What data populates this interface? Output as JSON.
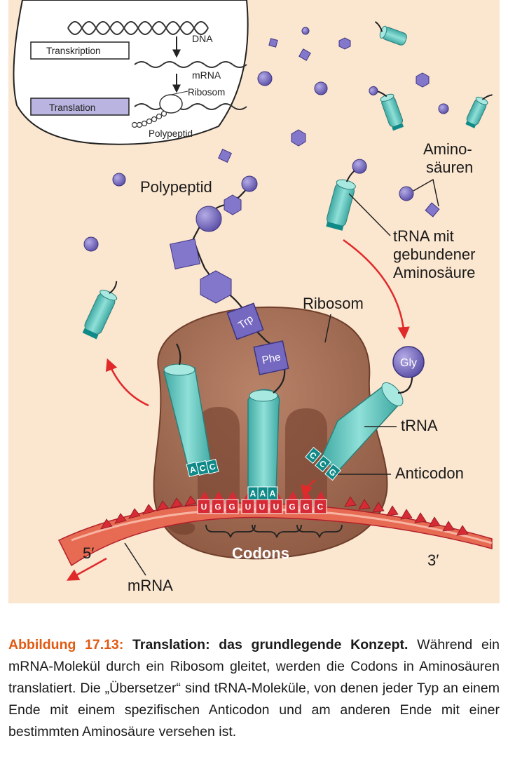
{
  "colors": {
    "background": "#fbe6cf",
    "ribosome": "#a56f57",
    "ribosome_pocket": "#7d4a36",
    "trna": "#5fc6c0",
    "trna_end": "#9fe3dc",
    "anticodon": "#0f8a88",
    "amino_acid": "#7f72c4",
    "mrna_red": "#d62a34",
    "arrow_red": "#e02a2a",
    "caption_accent": "#e05a12"
  },
  "inset": {
    "dna": "DNA",
    "transkription": "Transkription",
    "mrna": "mRNA",
    "ribosom": "Ribosom",
    "translation": "Translation",
    "polypeptid": "Polypeptid"
  },
  "labels": {
    "polypeptide": "Polypeptid",
    "amino_acids_1": "Amino-",
    "amino_acids_2": "säuren",
    "trna_bound_1": "tRNA mit",
    "trna_bound_2": "gebundener",
    "trna_bound_3": "Aminosäure",
    "ribosome": "Ribosom",
    "trna": "tRNA",
    "anticodon": "Anticodon",
    "codons": "Codons",
    "mrna": "mRNA",
    "five_prime": "5′",
    "three_prime": "3′"
  },
  "residues": {
    "trp": "Trp",
    "phe": "Phe",
    "gly": "Gly"
  },
  "anticodons": {
    "left": [
      "A",
      "C",
      "C"
    ],
    "middle": [
      "A",
      "A",
      "A"
    ],
    "right": [
      "C",
      "C",
      "G"
    ]
  },
  "codon_bases": [
    "U",
    "G",
    "G",
    "U",
    "U",
    "U",
    "G",
    "G",
    "C"
  ],
  "caption": {
    "number": "Abbildung 17.13:",
    "title": "Translation: das grundlegende Konzept.",
    "text": "Während ein mRNA-Molekül durch ein Ribosom gleitet, werden die Codons in Aminosäuren translatiert. Die „Übersetzer“ sind tRNA-Moleküle, von denen jeder Typ an einem Ende mit einem spezifischen Anticodon und am anderen Ende mit einer bestimmten Aminosäure versehen ist."
  }
}
